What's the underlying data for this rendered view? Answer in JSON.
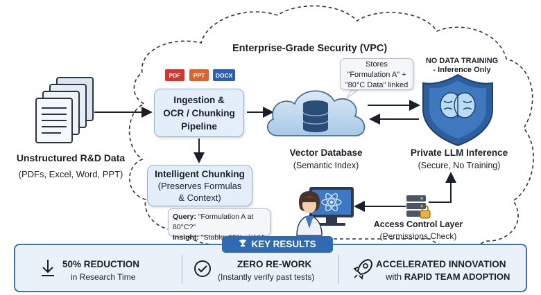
{
  "title": "Enterprise-Grade Security (VPC)",
  "source": {
    "title": "Unstructured R&D Data",
    "subtitle": "(PDFs, Excel, Word, PPT)"
  },
  "file_badges": [
    "PDF",
    "PPT",
    "DOCX"
  ],
  "ingestion": {
    "line1": "Ingestion &",
    "line2": "OCR / Chunking",
    "line3": "Pipeline"
  },
  "chunking": {
    "title": "Intelligent Chunking",
    "line1": "(Preserves Formulas",
    "line2": "& Context)"
  },
  "vector_db": {
    "title": "Vector Database",
    "subtitle": "(Semantic Index)",
    "callout_line1": "Stores",
    "callout_line2": "\"Formulation A\" +",
    "callout_line3": "\"80°C Data\" linked"
  },
  "llm": {
    "title": "Private LLM Inference",
    "subtitle": "(Secure, No Training)",
    "note_line1": "NO DATA TRAINING",
    "note_line2": "- Inference Only"
  },
  "query_box": {
    "query_label": "Query:",
    "query_text": "\"Formulation A at 80°C?\"",
    "insight_label": "Insight:",
    "insight_text": "\"Stable, 95% yield.\""
  },
  "access": {
    "title": "Access Control Layer",
    "subtitle": "(Permissions Check)"
  },
  "results": {
    "banner": "KEY RESULTS",
    "items": [
      {
        "title": "50% REDUCTION",
        "subtitle": "in Research Time",
        "icon": "download-arrow-icon"
      },
      {
        "title": "ZERO RE-WORK",
        "subtitle": "(Instantly verify past tests)",
        "icon": "check-circle-icon"
      },
      {
        "title": "ACCELERATED INNOVATION",
        "subtitle_prefix": "with",
        "subtitle_bold": "RAPID TEAM ADOPTION",
        "icon": "rocket-icon"
      }
    ]
  },
  "colors": {
    "accent": "#2f6bb3",
    "box_fill": "#e4eef8",
    "shield": "#2d5f9e",
    "brain": "#b9dcf4",
    "pdf": "#d9342b",
    "ppt": "#e0632b",
    "docx": "#2b5fb3"
  }
}
